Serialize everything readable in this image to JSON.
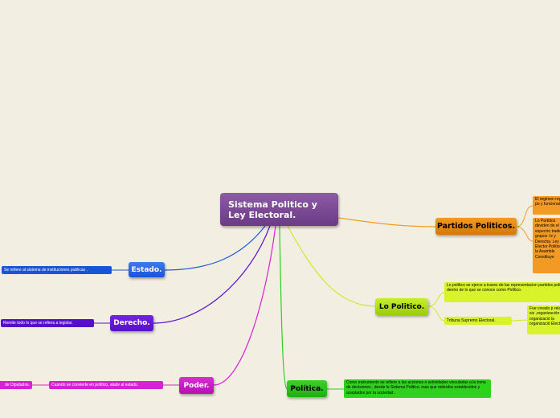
{
  "root": {
    "title": "Sistema Politico y\nLey    Electoral."
  },
  "branches": {
    "estado": {
      "label": "Estado.",
      "color": "#1854d6",
      "notes": [
        "Se refiere al sistema de instituciones publicas ."
      ]
    },
    "derecho": {
      "label": "Derecho.",
      "color": "#5710c8",
      "notes": [
        "Remite todo lo que se refiera a legislar."
      ]
    },
    "poder": {
      "label": "Poder.",
      "color": "#d622d2",
      "notes": [
        "Cuando se convierte en político, alude al estado.",
        "de Diputados."
      ]
    },
    "politica": {
      "label": "Política.",
      "color": "#2ed11b",
      "notes": [
        "Como instrumento se refiere a las acciones o actividades vinculadas a la toma de  decisiones , desde le Sistema Politico, mas que métodos establecidos  y aceptados por la sociedad ."
      ]
    },
    "lo_politico": {
      "label": "Lo Politico.",
      "color": "#b4dc14",
      "notes": [
        "Lo político se ejerce a travez de las representacion partidos políticos dentro de lo que se conoce como Político.",
        "Tribuna Supremo Electoral.",
        "Fue creado p relativo al sis ,organización organizació la organizació Electorales."
      ]
    },
    "partidos": {
      "label": "Partidos Politicos.",
      "color": "#f29a24",
      "notes": [
        "El regimen regimen po y funcional",
        "Lo Partidos deviden de el espectro tradicional grupos :Iz y Derecha. Ley Elector Politicos , a la Asamble Constituye"
      ]
    }
  }
}
